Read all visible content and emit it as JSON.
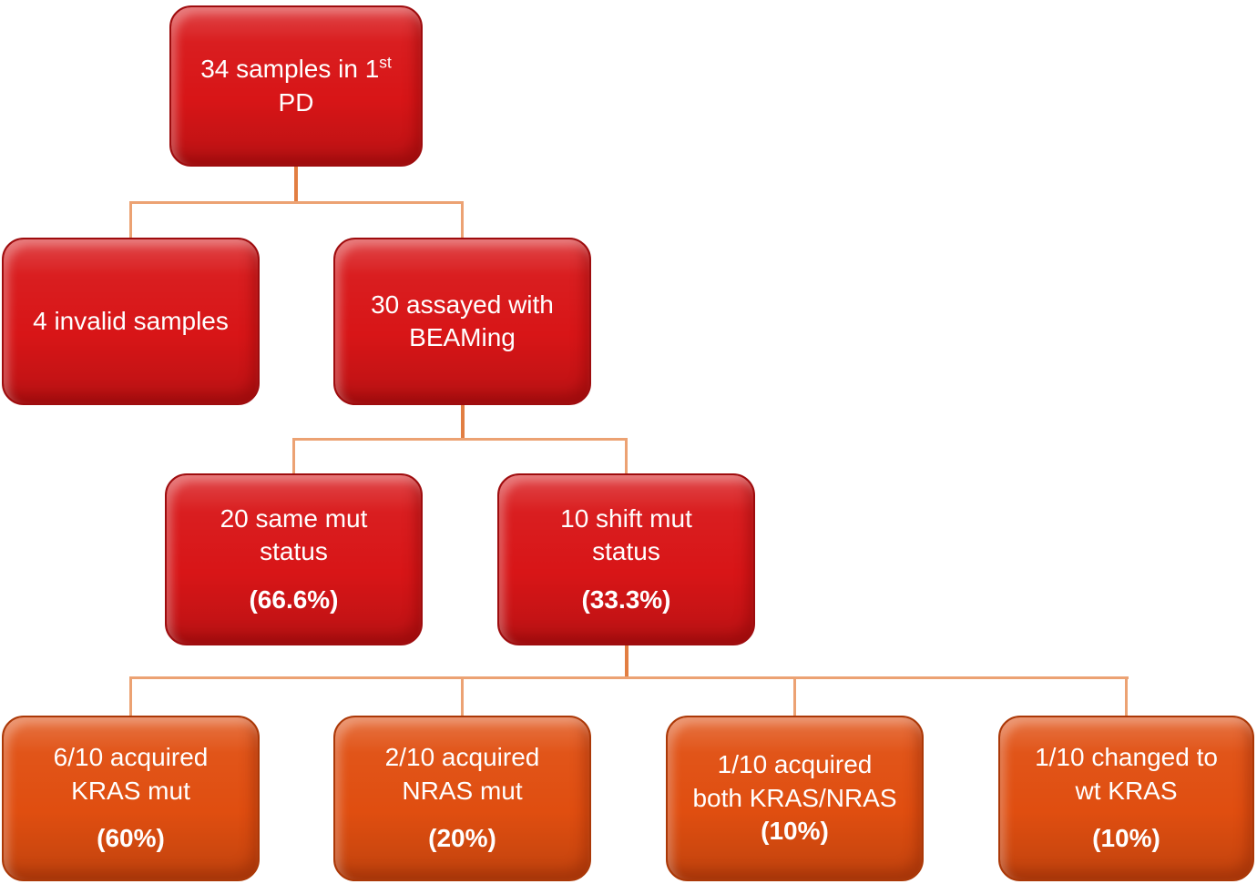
{
  "colors": {
    "red-fill": "#d81517",
    "red-border": "#9e0c0e",
    "orange-fill": "#e04e10",
    "orange-border": "#ab3807",
    "line": "#eca273",
    "line-stem": "#e27e42",
    "text": "#ffffff"
  },
  "nodes": {
    "root": {
      "line1": "34 samples in 1",
      "sup": "st",
      "line2": "PD"
    },
    "invalid": {
      "line1": "4 invalid samples"
    },
    "beaming": {
      "line1": "30 assayed with",
      "line2": "BEAMing"
    },
    "same": {
      "line1": "20 same mut",
      "line2": "status",
      "pct": "(66.6%)"
    },
    "shift": {
      "line1": "10 shift mut",
      "line2": "status",
      "pct": "(33.3%)"
    },
    "kras": {
      "line1": "6/10 acquired",
      "line2": "KRAS mut",
      "pct": "(60%)"
    },
    "nras": {
      "line1": "2/10 acquired",
      "line2": "NRAS mut",
      "pct": "(20%)"
    },
    "both": {
      "line1": "1/10 acquired",
      "line2": "both KRAS/NRAS",
      "pct": "(10%)"
    },
    "wt": {
      "line1": "1/10 changed to",
      "line2": "wt KRAS",
      "pct": "(10%)"
    }
  }
}
